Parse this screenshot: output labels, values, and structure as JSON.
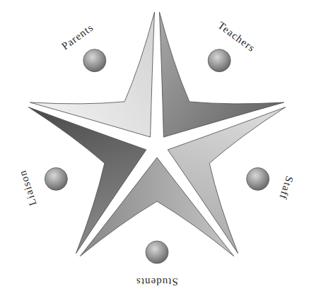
{
  "diagram": {
    "nodes": [
      {
        "text": [
          "Parents"
        ]
      },
      {
        "text": [
          "Teachers"
        ]
      },
      {
        "text": [
          "Staff"
        ]
      },
      {
        "text": [
          "Students"
        ]
      },
      {
        "text": [
          "Liaison"
        ]
      }
    ]
  }
}
